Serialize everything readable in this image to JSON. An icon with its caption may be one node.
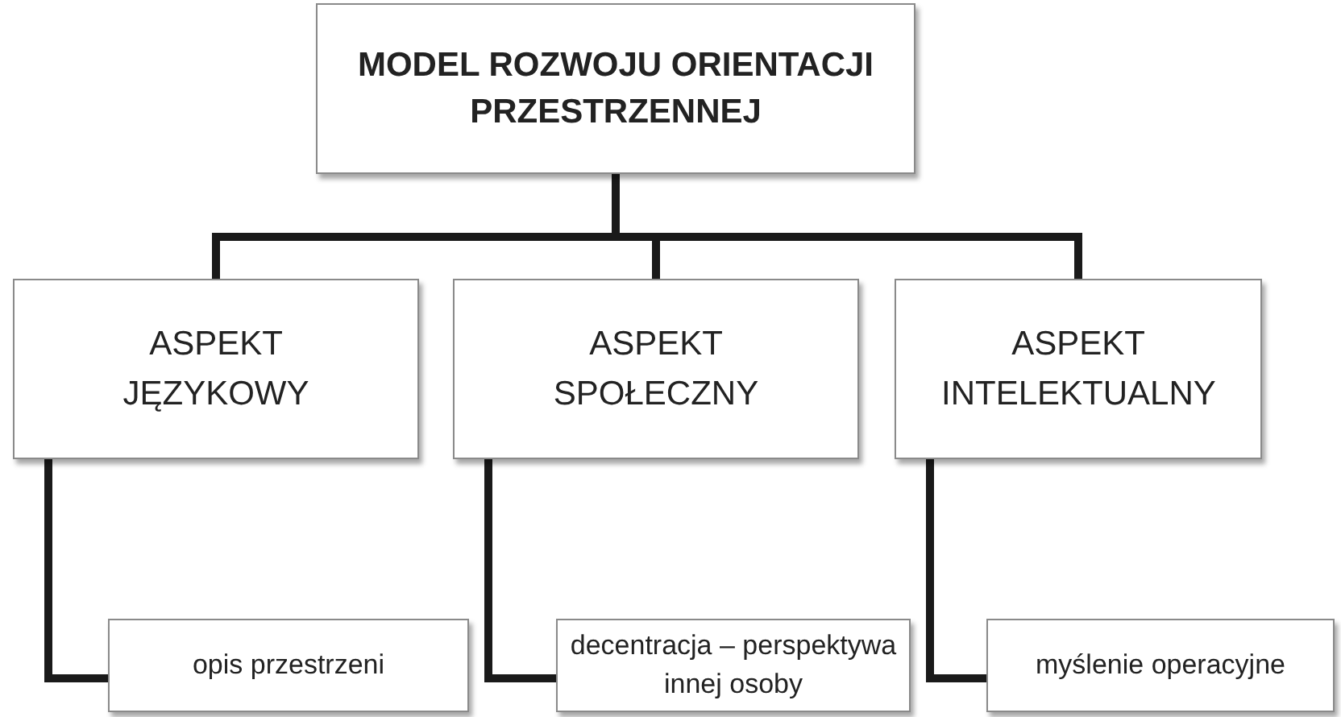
{
  "diagram": {
    "nodes": [
      {
        "text": [
          "MODEL ROZWOJU ORIENTACJI PRZESTRZENNEJ"
        ]
      },
      {
        "text": [
          "ASPEKT JĘZYKOWY"
        ]
      },
      {
        "text": [
          "ASPEKT SPOŁECZNY"
        ]
      },
      {
        "text": [
          "ASPEKT INTELEKTUALNY"
        ]
      },
      {
        "text": [
          "opis przestrzeni"
        ]
      },
      {
        "text": [
          "decentracja – perspektywa innej osoby"
        ]
      },
      {
        "text": [
          "myślenie operacyjne"
        ]
      }
    ],
    "edges": [
      {
        "from": 0,
        "to": 1,
        "arrow": "none"
      },
      {
        "from": 0,
        "to": 2,
        "arrow": "none"
      },
      {
        "from": 0,
        "to": 3,
        "arrow": "none"
      },
      {
        "from": 1,
        "to": 4,
        "arrow": "none"
      },
      {
        "from": 2,
        "to": 5,
        "arrow": "none"
      },
      {
        "from": 3,
        "to": 6,
        "arrow": "none"
      }
    ]
  }
}
